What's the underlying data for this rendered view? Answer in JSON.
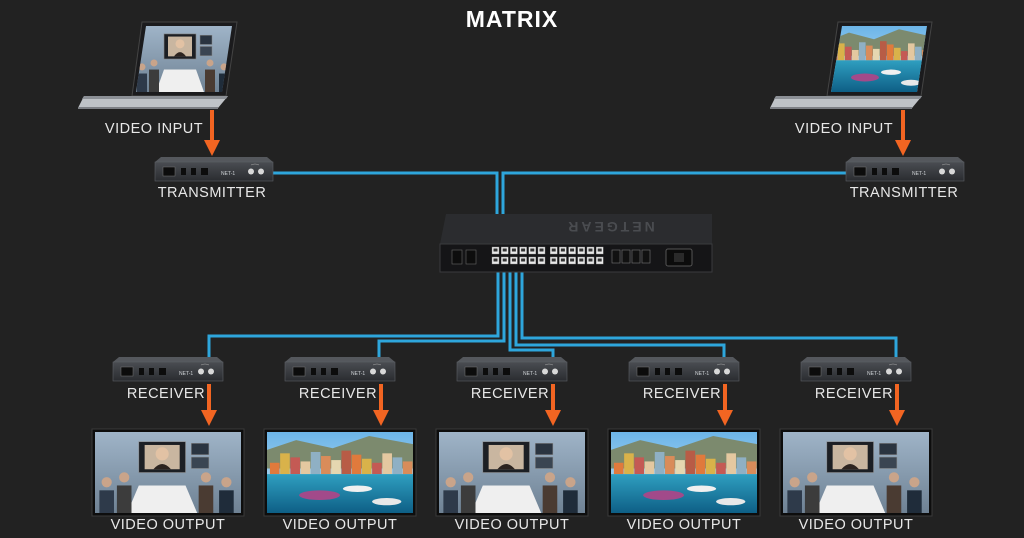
{
  "title": "MATRIX",
  "sources": [
    {
      "input_label": "VIDEO INPUT",
      "device_label": "TRANSMITTER",
      "screen": "conference"
    },
    {
      "input_label": "VIDEO INPUT",
      "device_label": "TRANSMITTER",
      "screen": "harbor"
    }
  ],
  "switch": {
    "brand": "NETGEAR",
    "port_count": 24
  },
  "outputs": [
    {
      "device_label": "RECEIVER",
      "output_label": "VIDEO OUTPUT",
      "screen": "conference"
    },
    {
      "device_label": "RECEIVER",
      "output_label": "VIDEO OUTPUT",
      "screen": "harbor"
    },
    {
      "device_label": "RECEIVER",
      "output_label": "VIDEO OUTPUT",
      "screen": "conference"
    },
    {
      "device_label": "RECEIVER",
      "output_label": "VIDEO OUTPUT",
      "screen": "harbor"
    },
    {
      "device_label": "RECEIVER",
      "output_label": "VIDEO OUTPUT",
      "screen": "conference"
    }
  ],
  "colors": {
    "background": "#222222",
    "cable": "#2ea6dc",
    "arrow": "#f26522",
    "text": "#e8e8e8"
  },
  "device_model": "NET-1"
}
